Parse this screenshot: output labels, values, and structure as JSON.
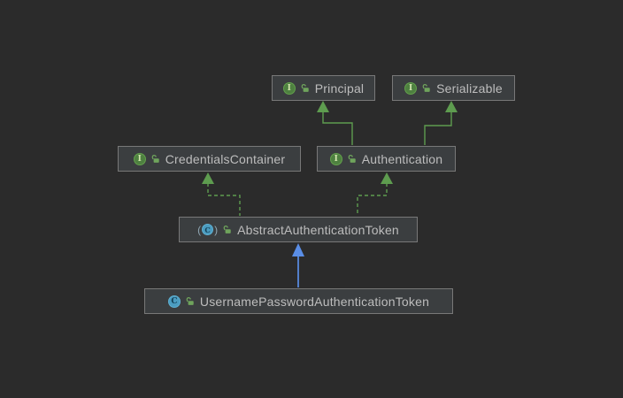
{
  "diagram": {
    "kind": "uml-class-diagram",
    "background_color": "#2b2b2b",
    "node_fill_color": "#3b3e40",
    "node_border_color": "#787878",
    "node_text_color": "#bdbdbd",
    "interface_edge_color": "#5e9c4f",
    "class_edge_color": "#5a8ee6"
  },
  "glyphs": {
    "interface_letter": "I",
    "class_letter": "C",
    "abstract_paren_left": "(",
    "abstract_paren_right": ")"
  },
  "nodes": [
    {
      "id": "principal",
      "label": "Principal",
      "kind": "interface",
      "visibility": "public"
    },
    {
      "id": "serializable",
      "label": "Serializable",
      "kind": "interface",
      "visibility": "public"
    },
    {
      "id": "credentials-container",
      "label": "CredentialsContainer",
      "kind": "interface",
      "visibility": "public"
    },
    {
      "id": "authentication",
      "label": "Authentication",
      "kind": "interface",
      "visibility": "public"
    },
    {
      "id": "abstract-authentication-token",
      "label": "AbstractAuthenticationToken",
      "kind": "abstract-class",
      "visibility": "public"
    },
    {
      "id": "username-password-authentication-token",
      "label": "UsernamePasswordAuthenticationToken",
      "kind": "class",
      "visibility": "public"
    }
  ],
  "edges": [
    {
      "from": "Authentication",
      "to": "Principal",
      "relation": "extends",
      "style": "solid",
      "color": "#5e9c4f"
    },
    {
      "from": "Authentication",
      "to": "Serializable",
      "relation": "extends",
      "style": "solid",
      "color": "#5e9c4f"
    },
    {
      "from": "AbstractAuthenticationToken",
      "to": "CredentialsContainer",
      "relation": "implements",
      "style": "dashed",
      "color": "#5e9c4f"
    },
    {
      "from": "AbstractAuthenticationToken",
      "to": "Authentication",
      "relation": "implements",
      "style": "dashed",
      "color": "#5e9c4f"
    },
    {
      "from": "UsernamePasswordAuthenticationToken",
      "to": "AbstractAuthenticationToken",
      "relation": "extends",
      "style": "solid",
      "color": "#5a8ee6"
    }
  ]
}
